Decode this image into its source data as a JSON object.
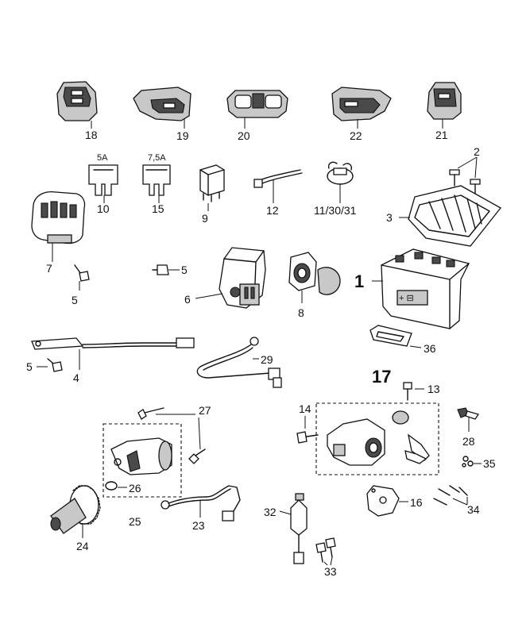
{
  "labels": {
    "p1": "1",
    "p2": "2",
    "p3": "3",
    "p4": "4",
    "p5a": "5",
    "p5b": "5",
    "p5c": "5",
    "p6": "6",
    "p7": "7",
    "p8": "8",
    "p9": "9",
    "p10": "10",
    "p11": "11/30/31",
    "p12": "12",
    "p13": "13",
    "p14": "14",
    "p15": "15",
    "p16": "16",
    "p17": "17",
    "p18": "18",
    "p19": "19",
    "p20": "20",
    "p21": "21",
    "p22": "22",
    "p23": "23",
    "p24": "24",
    "p25": "25",
    "p26": "26",
    "p27": "27",
    "p28": "28",
    "p29": "29",
    "p32": "32",
    "p33": "33",
    "p34": "34",
    "p35": "35",
    "p36": "36"
  },
  "fuse_ratings": {
    "fuse_5a": "5A",
    "fuse_7_5a": "7,5A"
  }
}
